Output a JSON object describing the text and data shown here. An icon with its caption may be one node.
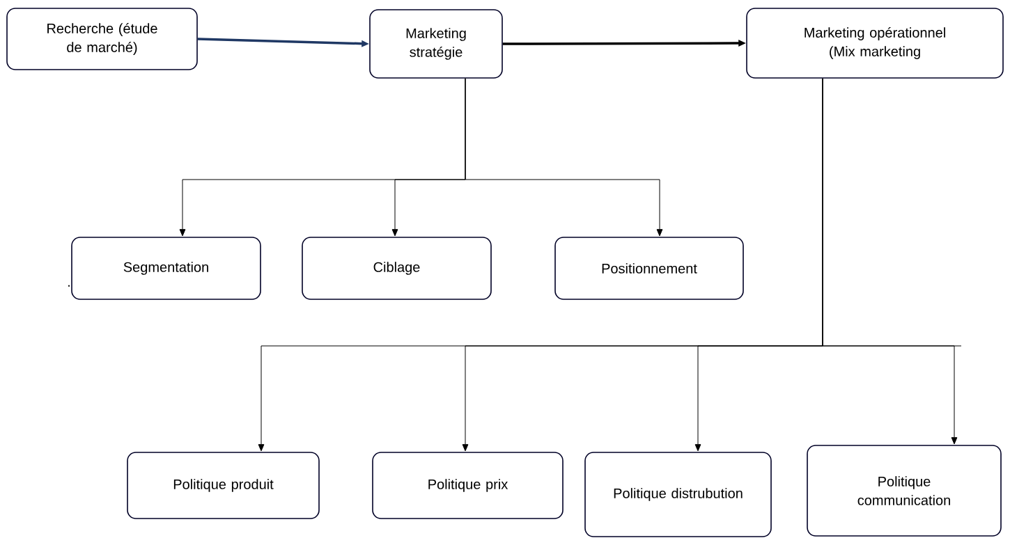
{
  "diagram": {
    "nodes": [
      {
        "text": [
          "Recherche (étude de marché)"
        ]
      },
      {
        "text": [
          "Marketing stratégie"
        ]
      },
      {
        "text": [
          "Marketing opérationnel (Mix marketing"
        ]
      },
      {
        "text": [
          "Segmentation"
        ]
      },
      {
        "text": [
          "Ciblage"
        ]
      },
      {
        "text": [
          "Positionnement"
        ]
      },
      {
        "text": [
          "Politique produit"
        ]
      },
      {
        "text": [
          "Politique prix"
        ]
      },
      {
        "text": [
          "Politique distrubution"
        ]
      },
      {
        "text": [
          "Politique communication"
        ]
      }
    ],
    "edges": [
      {
        "from": 0,
        "to": 1,
        "arrow": "to",
        "style": "thick",
        "color": "#1f3864"
      },
      {
        "from": 1,
        "to": 2,
        "arrow": "to",
        "style": "thick"
      },
      {
        "from": 1,
        "to": 3,
        "arrow": "to"
      },
      {
        "from": 1,
        "to": 4,
        "arrow": "to"
      },
      {
        "from": 1,
        "to": 5,
        "arrow": "to"
      },
      {
        "from": 2,
        "to": 6,
        "arrow": "to"
      },
      {
        "from": 2,
        "to": 7,
        "arrow": "to"
      },
      {
        "from": 2,
        "to": 8,
        "arrow": "to"
      },
      {
        "from": 2,
        "to": 9,
        "arrow": "to"
      }
    ],
    "labels": [
      "."
    ]
  }
}
